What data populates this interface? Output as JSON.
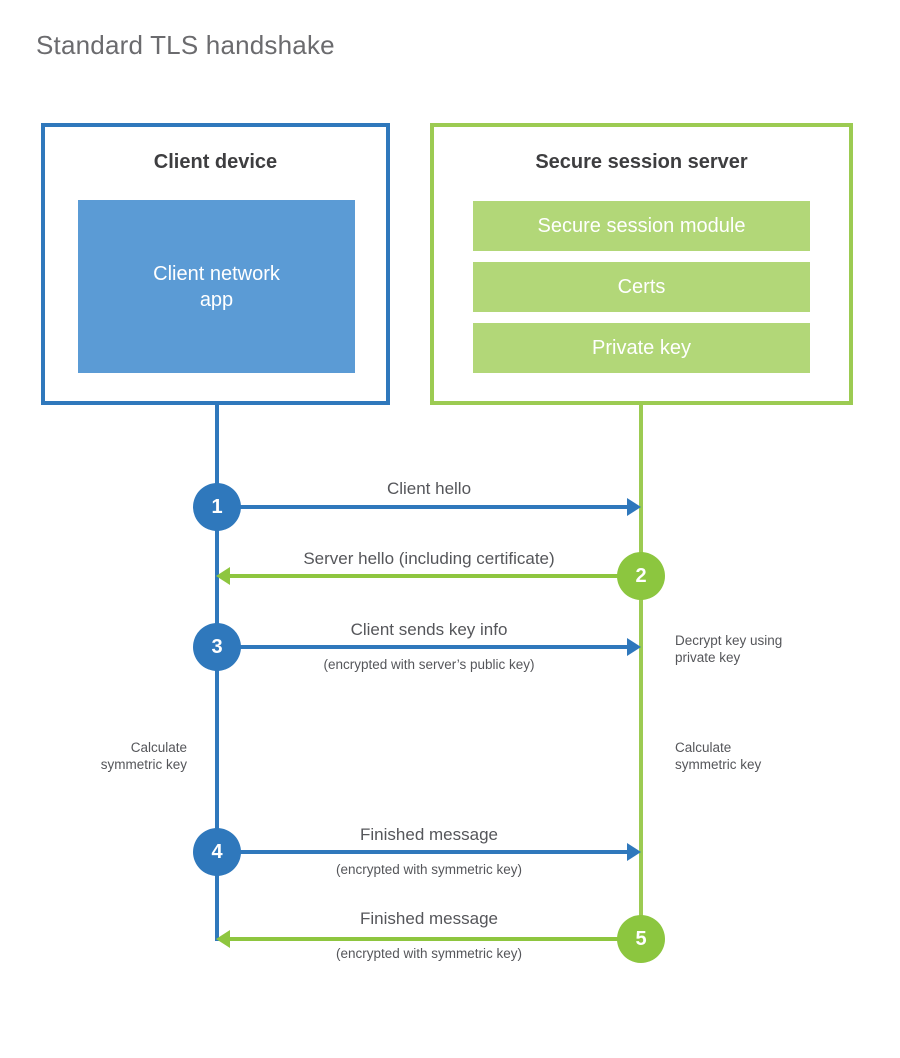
{
  "title": "Standard TLS handshake",
  "colors": {
    "blue": "#2f78bc",
    "blue_fill": "#5b9bd5",
    "green": "#8cc63f",
    "green_border": "#9ccb52",
    "green_fill": "#b2d778",
    "heading_text": "#3e3e40",
    "label_text": "#55565a"
  },
  "client": {
    "title": "Client device",
    "app_label": "Client network app"
  },
  "server": {
    "title": "Secure session server",
    "modules": [
      "Secure session module",
      "Certs",
      "Private key"
    ]
  },
  "messages": [
    {
      "step": "1",
      "from": "client",
      "to": "server",
      "label": "Client hello",
      "sublabel": ""
    },
    {
      "step": "2",
      "from": "server",
      "to": "client",
      "label": "Server hello (including certificate)",
      "sublabel": ""
    },
    {
      "step": "3",
      "from": "client",
      "to": "server",
      "label": "Client sends key info",
      "sublabel": "(encrypted with server’s public key)"
    },
    {
      "step": "4",
      "from": "client",
      "to": "server",
      "label": "Finished message",
      "sublabel": "(encrypted with symmetric key)"
    },
    {
      "step": "5",
      "from": "server",
      "to": "client",
      "label": "Finished message",
      "sublabel": "(encrypted with symmetric key)"
    }
  ],
  "notes": {
    "decrypt": "Decrypt key using\nprivate key",
    "calc_left": "Calculate\nsymmetric key",
    "calc_right": "Calculate\nsymmetric key"
  }
}
